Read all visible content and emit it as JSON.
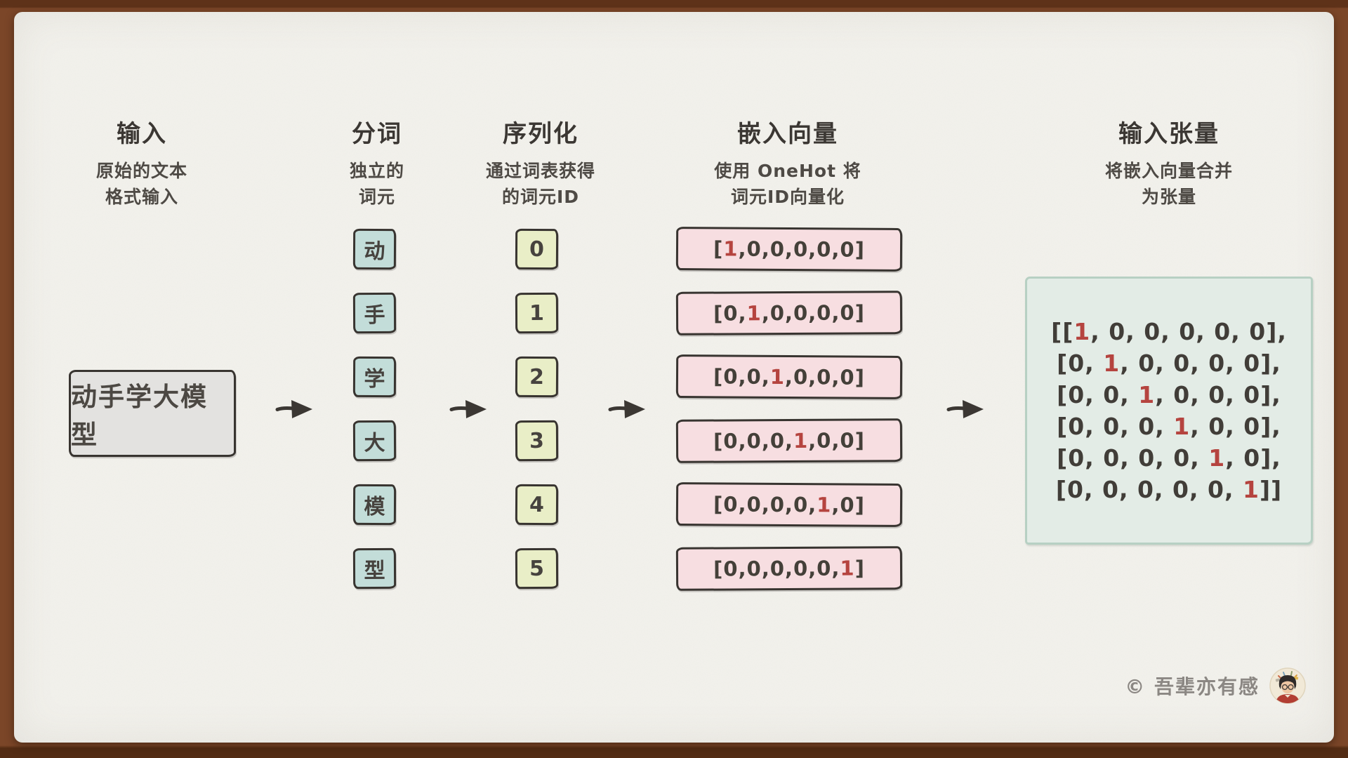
{
  "diagram": {
    "columns": [
      {
        "title": "输入",
        "subtitle_lines": [
          "原始的文本",
          "格式输入"
        ]
      },
      {
        "title": "分词",
        "subtitle_lines": [
          "独立的",
          "词元"
        ]
      },
      {
        "title": "序列化",
        "subtitle_lines": [
          "通过词表获得",
          "的词元ID"
        ]
      },
      {
        "title": "嵌入向量",
        "subtitle_lines": [
          "使用 OneHot 将",
          "词元ID向量化"
        ]
      },
      {
        "title": "输入张量",
        "subtitle_lines": [
          "将嵌入向量合并",
          "为张量"
        ]
      }
    ],
    "input_text": "动手学大模型",
    "tokens": [
      "动",
      "手",
      "学",
      "大",
      "模",
      "型"
    ],
    "token_ids": [
      "0",
      "1",
      "2",
      "3",
      "4",
      "5"
    ],
    "onehot_vectors": [
      [
        1,
        0,
        0,
        0,
        0,
        0
      ],
      [
        0,
        1,
        0,
        0,
        0,
        0
      ],
      [
        0,
        0,
        1,
        0,
        0,
        0
      ],
      [
        0,
        0,
        0,
        1,
        0,
        0
      ],
      [
        0,
        0,
        0,
        0,
        1,
        0
      ],
      [
        0,
        0,
        0,
        0,
        0,
        1
      ]
    ],
    "tensor_rows": [
      [
        1,
        0,
        0,
        0,
        0,
        0
      ],
      [
        0,
        1,
        0,
        0,
        0,
        0
      ],
      [
        0,
        0,
        1,
        0,
        0,
        0
      ],
      [
        0,
        0,
        0,
        1,
        0,
        0
      ],
      [
        0,
        0,
        0,
        0,
        1,
        0
      ],
      [
        0,
        0,
        0,
        0,
        0,
        1
      ]
    ]
  },
  "watermark": {
    "text": "© 吾辈亦有感"
  },
  "colors": {
    "paper": "#f3f2ed",
    "frame": "#7b4628",
    "frame_dark": "#5e3219",
    "frame_darker": "#532c14",
    "ink": "#3b3733",
    "text_muted": "#4e4a45",
    "watermark": "#8b8783",
    "highlight_red": "#b5443f",
    "input_fill": "#e3e2e0",
    "token_fill": "#c3ddd9",
    "id_fill": "#e9eec7",
    "vector_fill": "#f7dee1",
    "tensor_fill": "#e3ece6",
    "tensor_border": "#b7d0c3"
  }
}
